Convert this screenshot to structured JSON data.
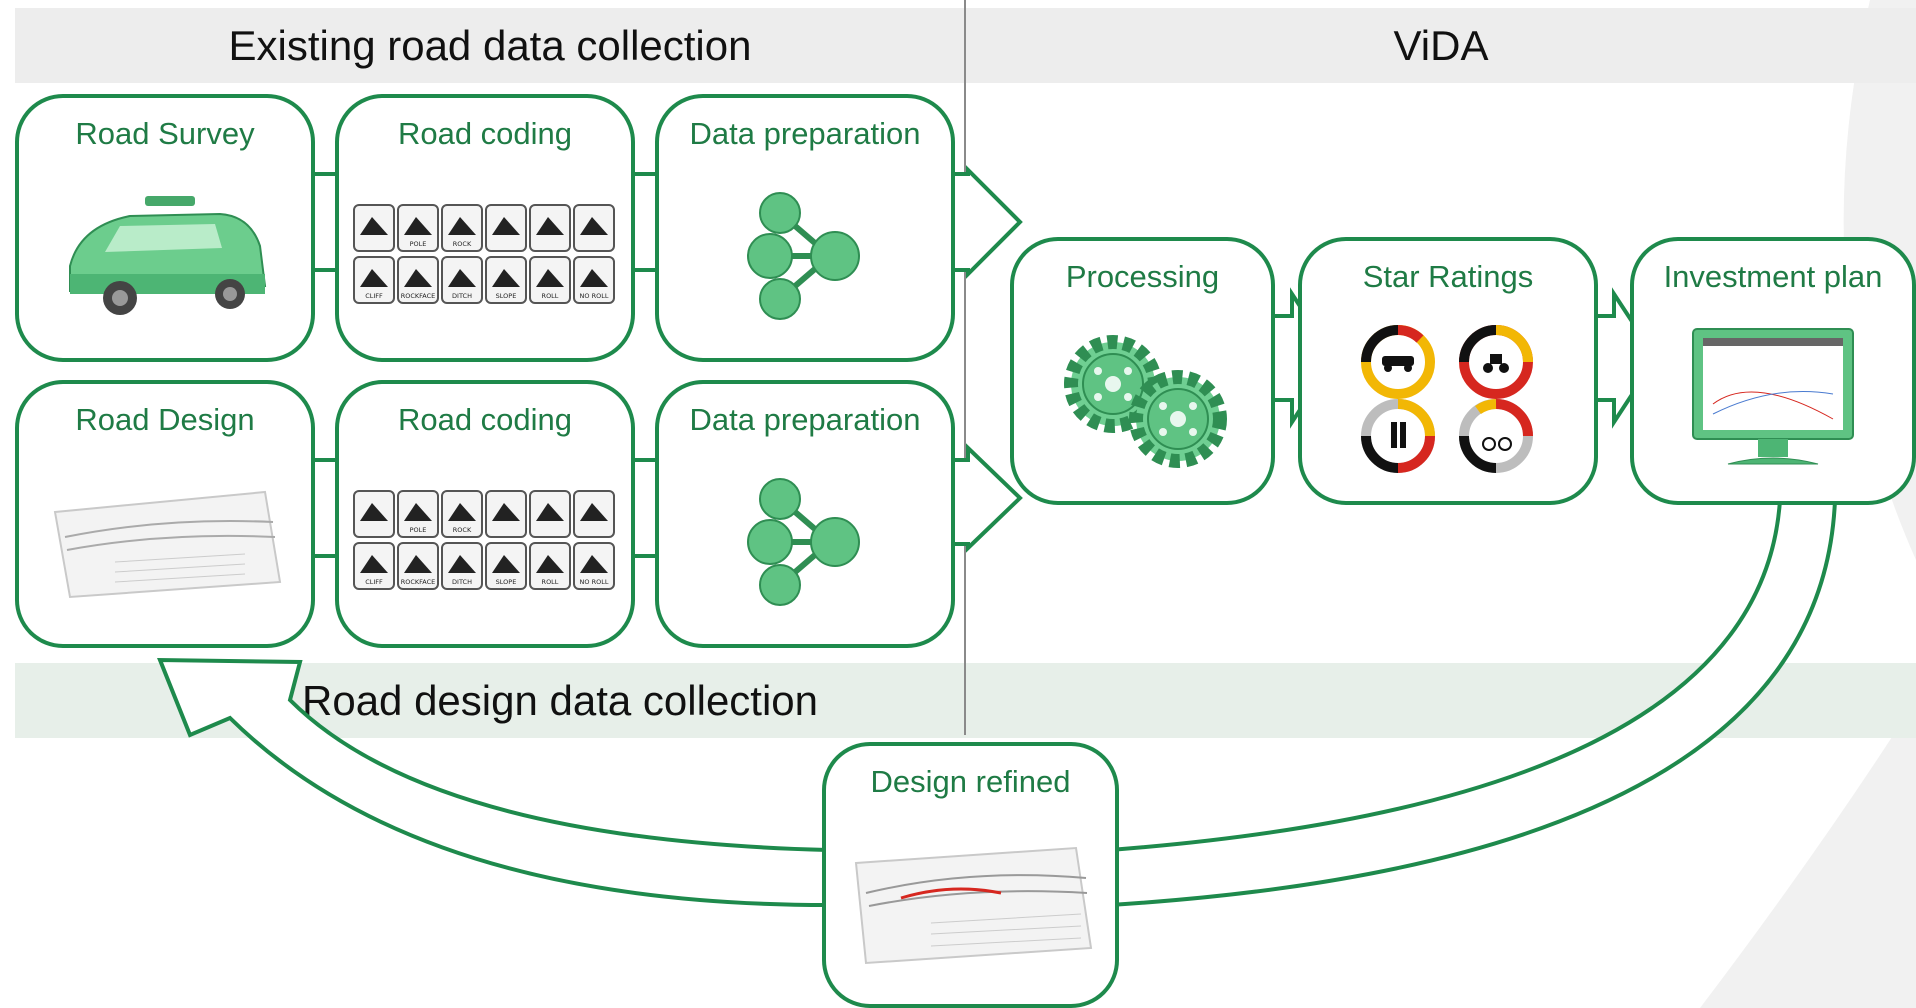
{
  "sections": {
    "left_title": "Existing road data collection",
    "right_title": "ViDA",
    "bottom_title": "Road design data collection"
  },
  "boxes": {
    "road_survey": "Road Survey",
    "road_coding_top": "Road coding",
    "data_prep_top": "Data preparation",
    "road_design": "Road Design",
    "road_coding_bottom": "Road coding",
    "data_prep_bottom": "Data preparation",
    "processing": "Processing",
    "star_ratings": "Star Ratings",
    "investment_plan": "Investment plan",
    "design_refined": "Design refined"
  },
  "coding_tiles": {
    "row1": [
      "",
      "POLE",
      "ROCK",
      "",
      "",
      ""
    ],
    "row2": [
      "CLIFF",
      "ROCKFACE",
      "DITCH",
      "SLOPE",
      "ROLL",
      "NO ROLL"
    ]
  },
  "colors": {
    "accent": "#1e8a4c",
    "label": "#1f7b45",
    "icon_fill": "#5fc383"
  }
}
